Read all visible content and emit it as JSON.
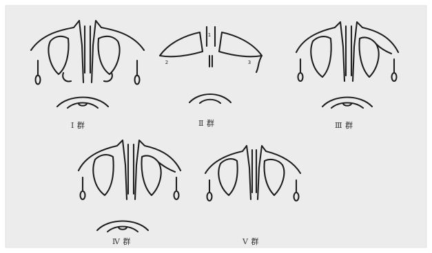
{
  "figure": {
    "colors": {
      "paper": "#ececec",
      "paper_edge": "#e2e2e2",
      "ink": "#1e1e1e",
      "label_ink": "#333333"
    },
    "panels": [
      {
        "id": "group-1",
        "label": "Ⅰ 群",
        "marks": []
      },
      {
        "id": "group-2",
        "label": "Ⅱ 群",
        "marks": [
          "1",
          "2",
          "3"
        ]
      },
      {
        "id": "group-3",
        "label": "Ⅲ 群",
        "marks": []
      },
      {
        "id": "group-4",
        "label": "Ⅳ 群",
        "marks": []
      },
      {
        "id": "group-5",
        "label": "Ⅴ 群",
        "marks": []
      }
    ]
  }
}
